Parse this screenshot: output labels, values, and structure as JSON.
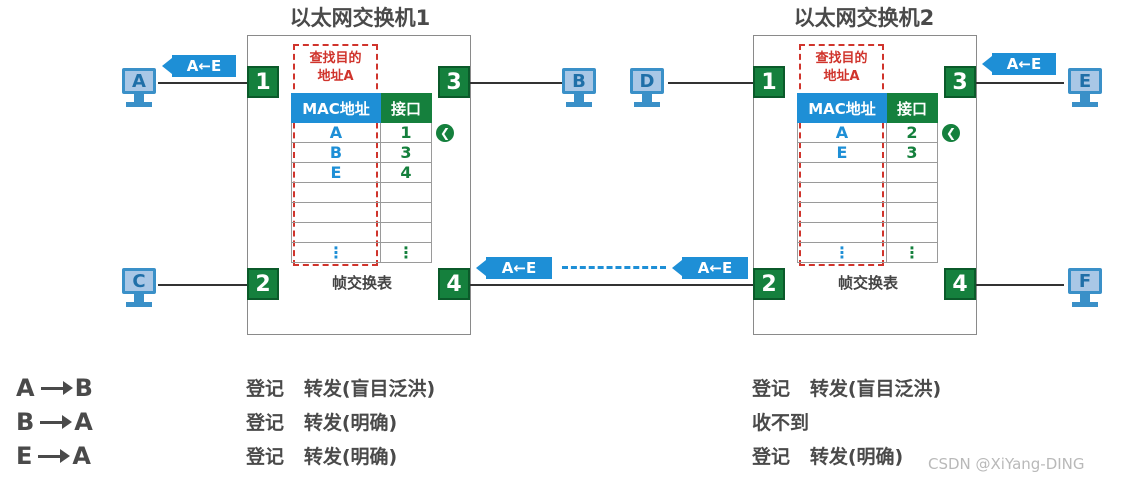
{
  "switch1": {
    "title": "以太网交换机1",
    "find_label_line1": "查找目的",
    "find_label_line2": "地址A",
    "table_header_mac": "MAC地址",
    "table_header_iface": "接口",
    "rows": [
      {
        "mac": "A",
        "iface": "1"
      },
      {
        "mac": "B",
        "iface": "3"
      },
      {
        "mac": "E",
        "iface": "4"
      },
      {
        "mac": "",
        "iface": ""
      },
      {
        "mac": "",
        "iface": ""
      },
      {
        "mac": "",
        "iface": ""
      },
      {
        "mac": "⋮",
        "iface": "⋮"
      }
    ],
    "caption": "帧交换表",
    "ports": {
      "p1": "1",
      "p2": "2",
      "p3": "3",
      "p4": "4"
    }
  },
  "switch2": {
    "title": "以太网交换机2",
    "find_label_line1": "查找目的",
    "find_label_line2": "地址A",
    "table_header_mac": "MAC地址",
    "table_header_iface": "接口",
    "rows": [
      {
        "mac": "A",
        "iface": "2"
      },
      {
        "mac": "E",
        "iface": "3"
      },
      {
        "mac": "",
        "iface": ""
      },
      {
        "mac": "",
        "iface": ""
      },
      {
        "mac": "",
        "iface": ""
      },
      {
        "mac": "",
        "iface": ""
      },
      {
        "mac": "⋮",
        "iface": "⋮"
      }
    ],
    "caption": "帧交换表",
    "ports": {
      "p1": "1",
      "p2": "2",
      "p3": "3",
      "p4": "4"
    }
  },
  "hosts": {
    "A": "A",
    "B": "B",
    "C": "C",
    "D": "D",
    "E": "E",
    "F": "F"
  },
  "frames": {
    "to_host_a": "A←E",
    "from_host_e": "A←E",
    "sw1_port4": "A←E",
    "sw2_port2": "A←E"
  },
  "legend": [
    {
      "from": "A",
      "to": "B",
      "sw1": "登记   转发(盲目泛洪)",
      "sw2": "登记   转发(盲目泛洪)"
    },
    {
      "from": "B",
      "to": "A",
      "sw1": "登记   转发(明确)",
      "sw2": "收不到"
    },
    {
      "from": "E",
      "to": "A",
      "sw1": "登记   转发(明确)",
      "sw2": "登记   转发(明确)"
    }
  ],
  "watermark": "CSDN @XiYang-DING",
  "colors": {
    "port_green": "#15803d",
    "frame_blue": "#1e8fd6",
    "find_red": "#d0342c"
  }
}
